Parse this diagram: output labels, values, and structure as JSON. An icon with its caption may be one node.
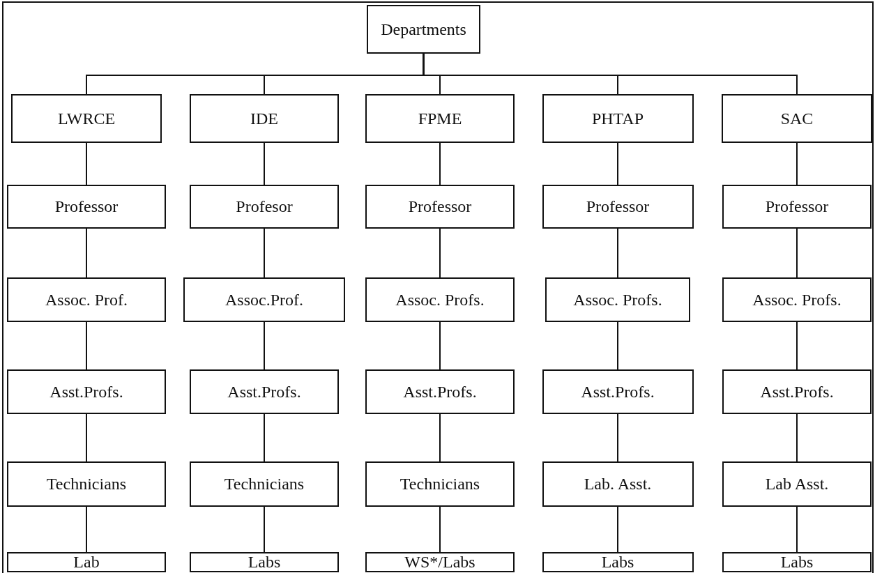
{
  "diagram": {
    "nodes": [
      {
        "text": [
          "Departments"
        ]
      },
      {
        "text": [
          "LWRCE"
        ]
      },
      {
        "text": [
          "IDE"
        ]
      },
      {
        "text": [
          "FPME"
        ]
      },
      {
        "text": [
          "PHTAP"
        ]
      },
      {
        "text": [
          "SAC"
        ]
      },
      {
        "text": [
          "Professor"
        ]
      },
      {
        "text": [
          "Profesor"
        ]
      },
      {
        "text": [
          "Professor"
        ]
      },
      {
        "text": [
          "Professor"
        ]
      },
      {
        "text": [
          "Professor"
        ]
      },
      {
        "text": [
          "Assoc. Prof."
        ]
      },
      {
        "text": [
          "Assoc.Prof."
        ]
      },
      {
        "text": [
          "Assoc. Profs."
        ]
      },
      {
        "text": [
          "Assoc. Profs."
        ]
      },
      {
        "text": [
          "Assoc. Profs."
        ]
      },
      {
        "text": [
          "Asst.Profs."
        ]
      },
      {
        "text": [
          "Asst.Profs."
        ]
      },
      {
        "text": [
          "Asst.Profs."
        ]
      },
      {
        "text": [
          "Asst.Profs."
        ]
      },
      {
        "text": [
          "Asst.Profs."
        ]
      },
      {
        "text": [
          "Technicians"
        ]
      },
      {
        "text": [
          "Technicians"
        ]
      },
      {
        "text": [
          "Technicians"
        ]
      },
      {
        "text": [
          "Lab. Asst."
        ]
      },
      {
        "text": [
          "Lab Asst."
        ]
      },
      {
        "text": [
          "Lab"
        ]
      },
      {
        "text": [
          "Labs"
        ]
      },
      {
        "text": [
          "WS*/Labs"
        ]
      },
      {
        "text": [
          "Labs"
        ]
      },
      {
        "text": [
          "Labs"
        ]
      }
    ],
    "edges": [
      {
        "from": 0,
        "to": 1,
        "arrow": "none"
      },
      {
        "from": 0,
        "to": 2,
        "arrow": "none"
      },
      {
        "from": 0,
        "to": 3,
        "arrow": "none"
      },
      {
        "from": 0,
        "to": 4,
        "arrow": "none"
      },
      {
        "from": 0,
        "to": 5,
        "arrow": "none"
      },
      {
        "from": 1,
        "to": 6,
        "arrow": "none"
      },
      {
        "from": 2,
        "to": 7,
        "arrow": "none"
      },
      {
        "from": 3,
        "to": 8,
        "arrow": "none"
      },
      {
        "from": 4,
        "to": 9,
        "arrow": "none"
      },
      {
        "from": 5,
        "to": 10,
        "arrow": "none"
      },
      {
        "from": 6,
        "to": 11,
        "arrow": "none"
      },
      {
        "from": 7,
        "to": 12,
        "arrow": "none"
      },
      {
        "from": 8,
        "to": 13,
        "arrow": "none"
      },
      {
        "from": 9,
        "to": 14,
        "arrow": "none"
      },
      {
        "from": 10,
        "to": 15,
        "arrow": "none"
      },
      {
        "from": 11,
        "to": 16,
        "arrow": "none"
      },
      {
        "from": 12,
        "to": 17,
        "arrow": "none"
      },
      {
        "from": 13,
        "to": 18,
        "arrow": "none"
      },
      {
        "from": 14,
        "to": 19,
        "arrow": "none"
      },
      {
        "from": 15,
        "to": 20,
        "arrow": "none"
      },
      {
        "from": 16,
        "to": 21,
        "arrow": "none"
      },
      {
        "from": 17,
        "to": 22,
        "arrow": "none"
      },
      {
        "from": 18,
        "to": 23,
        "arrow": "none"
      },
      {
        "from": 19,
        "to": 24,
        "arrow": "none"
      },
      {
        "from": 20,
        "to": 25,
        "arrow": "none"
      },
      {
        "from": 21,
        "to": 26,
        "arrow": "none"
      },
      {
        "from": 22,
        "to": 27,
        "arrow": "none"
      },
      {
        "from": 23,
        "to": 28,
        "arrow": "none"
      },
      {
        "from": 24,
        "to": 29,
        "arrow": "none"
      },
      {
        "from": 25,
        "to": 30,
        "arrow": "none"
      }
    ]
  }
}
